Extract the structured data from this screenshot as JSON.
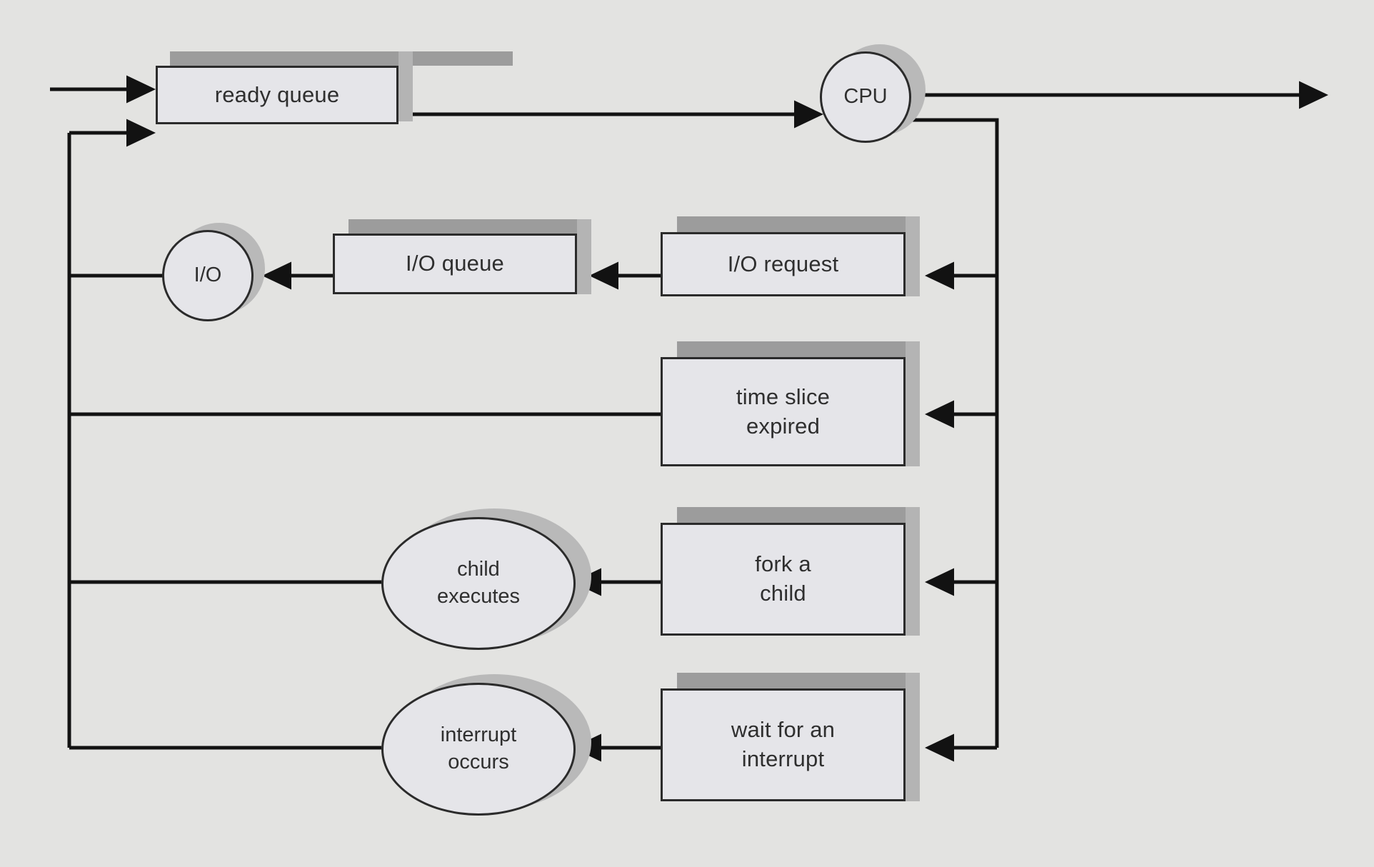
{
  "diagram": {
    "title": "Process state queueing diagram",
    "background_color": "#e3e3e1",
    "shape_fill": "#e5e5e9",
    "shape_stroke": "#2b2b2b",
    "shadow_color": "#9c9c9c",
    "text_color": "#2f2f2f",
    "nodes": [
      {
        "id": "ready_queue",
        "label": "ready queue",
        "shape": "box"
      },
      {
        "id": "cpu",
        "label": "CPU",
        "shape": "circle"
      },
      {
        "id": "io",
        "label": "I/O",
        "shape": "circle"
      },
      {
        "id": "io_queue",
        "label": "I/O queue",
        "shape": "box"
      },
      {
        "id": "io_request",
        "label": "I/O request",
        "shape": "box"
      },
      {
        "id": "time_slice",
        "label": "time slice\nexpired",
        "shape": "box"
      },
      {
        "id": "child_exec",
        "label": "child\nexecutes",
        "shape": "ellipse"
      },
      {
        "id": "fork_child",
        "label": "fork a\nchild",
        "shape": "box"
      },
      {
        "id": "interrupt",
        "label": "interrupt\noccurs",
        "shape": "ellipse"
      },
      {
        "id": "wait_int",
        "label": "wait for an\ninterrupt",
        "shape": "box"
      }
    ],
    "edges": [
      {
        "from": "entry",
        "to": "ready_queue",
        "kind": "arrow"
      },
      {
        "from": "ready_queue",
        "to": "cpu",
        "kind": "arrow"
      },
      {
        "from": "cpu",
        "to": "exit",
        "kind": "arrow"
      },
      {
        "from": "cpu",
        "to": "io_request",
        "kind": "arrow"
      },
      {
        "from": "io_request",
        "to": "io_queue",
        "kind": "arrow"
      },
      {
        "from": "io_queue",
        "to": "io",
        "kind": "arrow"
      },
      {
        "from": "io",
        "to": "ready_queue",
        "kind": "return"
      },
      {
        "from": "cpu",
        "to": "time_slice",
        "kind": "arrow"
      },
      {
        "from": "time_slice",
        "to": "ready_queue",
        "kind": "return"
      },
      {
        "from": "cpu",
        "to": "fork_child",
        "kind": "arrow"
      },
      {
        "from": "fork_child",
        "to": "child_exec",
        "kind": "arrow"
      },
      {
        "from": "child_exec",
        "to": "ready_queue",
        "kind": "return"
      },
      {
        "from": "cpu",
        "to": "wait_int",
        "kind": "arrow"
      },
      {
        "from": "wait_int",
        "to": "interrupt",
        "kind": "arrow"
      },
      {
        "from": "interrupt",
        "to": "ready_queue",
        "kind": "return"
      }
    ]
  }
}
